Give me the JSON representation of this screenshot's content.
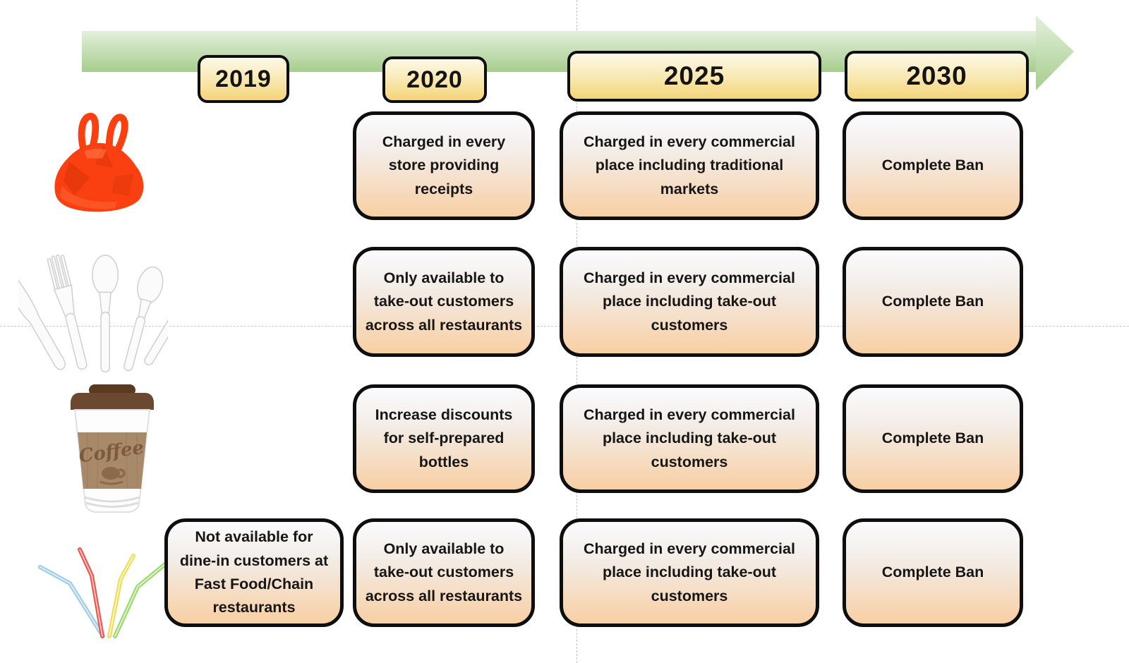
{
  "header": {
    "years": {
      "y2019": "2019",
      "y2020": "2020",
      "y2025": "2025",
      "y2030": "2030"
    }
  },
  "rows": [
    {
      "icon": "plastic-bag-icon",
      "cells": {
        "y2020": "Charged in every store providing receipts",
        "y2025": "Charged in every commercial place including traditional markets",
        "y2030": "Complete Ban"
      }
    },
    {
      "icon": "plastic-cutlery-icon",
      "cells": {
        "y2020": "Only available to take-out customers across all restaurants",
        "y2025": "Charged in every commercial place including take-out customers",
        "y2030": "Complete Ban"
      }
    },
    {
      "icon": "coffee-cup-icon",
      "cells": {
        "y2020": "Increase discounts for self-prepared bottles",
        "y2025": "Charged in every commercial place including take-out customers",
        "y2030": "Complete Ban"
      }
    },
    {
      "icon": "plastic-straws-icon",
      "cells": {
        "y2019": "Not available for dine-in customers at Fast Food/Chain restaurants",
        "y2020": "Only available to take-out customers across all restaurants",
        "y2025": "Charged in every commercial place including take-out customers",
        "y2030": "Complete Ban"
      }
    }
  ],
  "icons": {
    "coffee_cup_label": "Coffee"
  },
  "colors": {
    "arrow_gradient_top": "#ddecd6",
    "arrow_gradient_bottom": "#a6cd8d",
    "year_gradient_top": "#fdf9e8",
    "year_gradient_bottom": "#f3d478",
    "cell_gradient_top": "#fafbfe",
    "cell_gradient_bottom": "#f8cfa3",
    "outline_black": "#0e0e0e",
    "bag_red": "#fa3f10",
    "coffee_lid_brown": "#63422a",
    "coffee_sleeve_tan": "#a8896a",
    "straw_blue": "#9fcbe9",
    "straw_red": "#e9564e",
    "straw_yellow": "#eedd58",
    "straw_green": "#9bd96d"
  }
}
